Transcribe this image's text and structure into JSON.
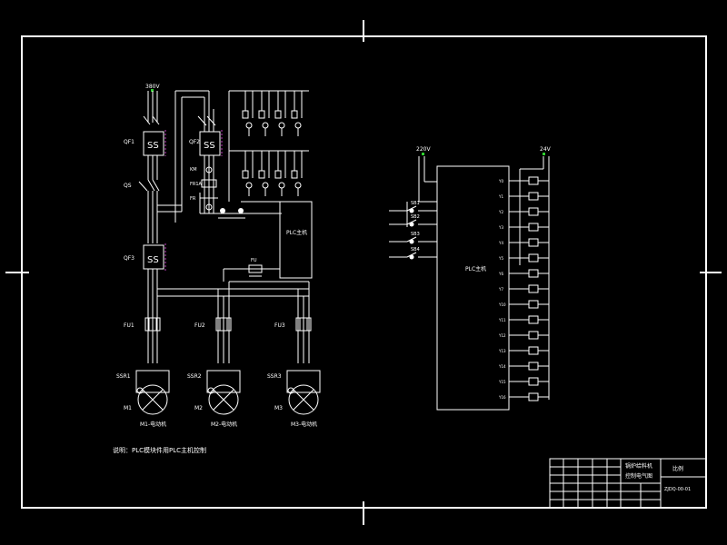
{
  "left": {
    "supply_label": "380V",
    "breakers": [
      "QF1",
      "QF2",
      "QF3"
    ],
    "knife_switch": "QS",
    "contactor_labels": [
      "KM",
      "FR1A",
      "FR"
    ],
    "fuse_label": "FU",
    "fuses": [
      "FU1",
      "FU2",
      "FU3"
    ],
    "ssr_labels": [
      "SSR1",
      "SSR2",
      "SSR3"
    ],
    "motor_marks": [
      "M1",
      "M2",
      "M3"
    ],
    "motor_names": [
      "M1-电动机",
      "M2-电动机",
      "M3-电动机"
    ],
    "plc_host": "PLC主机",
    "note": "说明：PLC模块件用PLC主机控制"
  },
  "right": {
    "supply_left": "220V",
    "supply_right": "24V",
    "plc_host": "PLC主机",
    "inputs": [
      "SB1",
      "SB2",
      "SB3",
      "SB4"
    ],
    "outputs": [
      "Y0",
      "Y1",
      "Y2",
      "Y3",
      "Y4",
      "Y5",
      "Y6",
      "Y7",
      "Y10",
      "Y11",
      "Y12",
      "Y13",
      "Y14",
      "Y15",
      "Y16"
    ]
  },
  "title_block": {
    "title_line1": "锅炉给料机",
    "title_line2": "控制电气图",
    "sheet": "比例",
    "drawing_no": "ZJDQ-00-01"
  },
  "colors": {
    "background": "#000000",
    "lines": "#ffffff",
    "terminals": "#2fd02f",
    "protection": "#c040c0"
  }
}
